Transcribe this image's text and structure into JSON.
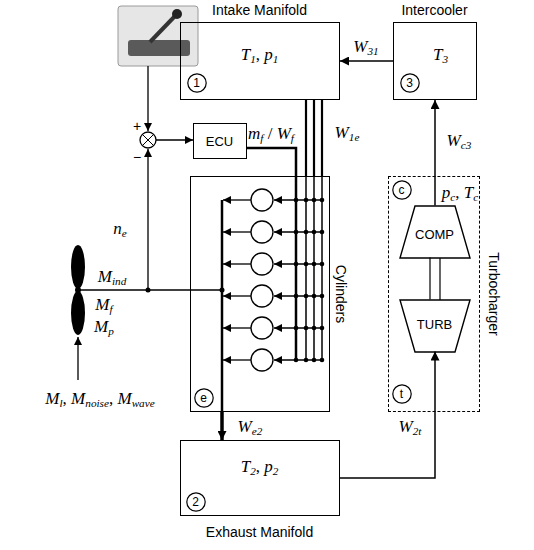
{
  "diagram": {
    "nodes": [
      {
        "text": [
          "Intake Manifold",
          "T1, p1"
        ]
      },
      {
        "text": [
          "1"
        ],
        "in": 0
      },
      {
        "text": [
          "Intercooler",
          "T3"
        ]
      },
      {
        "text": [
          "3"
        ],
        "in": 2
      },
      {
        "text": [
          "ECU"
        ]
      },
      {
        "text": [
          "Cylinders"
        ]
      },
      {
        "text": [
          "e"
        ],
        "in": 5
      },
      {
        "text": [
          "Turbocharger"
        ]
      },
      {
        "text": [
          "COMP"
        ],
        "in": 7
      },
      {
        "text": [
          "c"
        ],
        "in": 7
      },
      {
        "text": [
          "TURB"
        ],
        "in": 7
      },
      {
        "text": [
          "t"
        ],
        "in": 7
      },
      {
        "text": [
          "Exhaust Manifold",
          "T2, p2"
        ]
      },
      {
        "text": [
          "2"
        ],
        "in": 12
      }
    ],
    "edges": [
      {
        "from": 2,
        "to": 0,
        "label": "W31",
        "arrow": "to"
      },
      {
        "from": 0,
        "to": 5,
        "label": "W1e",
        "arrow": "none"
      },
      {
        "from": 4,
        "to": 5,
        "label": "mf / Wf",
        "arrow": "none"
      },
      {
        "from": 5,
        "to": 12,
        "label": "We2",
        "arrow": "to"
      },
      {
        "from": 12,
        "to": 10,
        "label": "W2t",
        "arrow": "to"
      },
      {
        "from": 8,
        "to": 2,
        "label": "Wc3",
        "arrow": "to"
      },
      {
        "from": 8,
        "to": 10,
        "arrow": "none"
      }
    ],
    "labels": [
      "pc, Tc",
      "+",
      "−",
      "ne",
      "Mind",
      "Mf",
      "Mp",
      "Ml, Mnoise, Mwave"
    ]
  }
}
